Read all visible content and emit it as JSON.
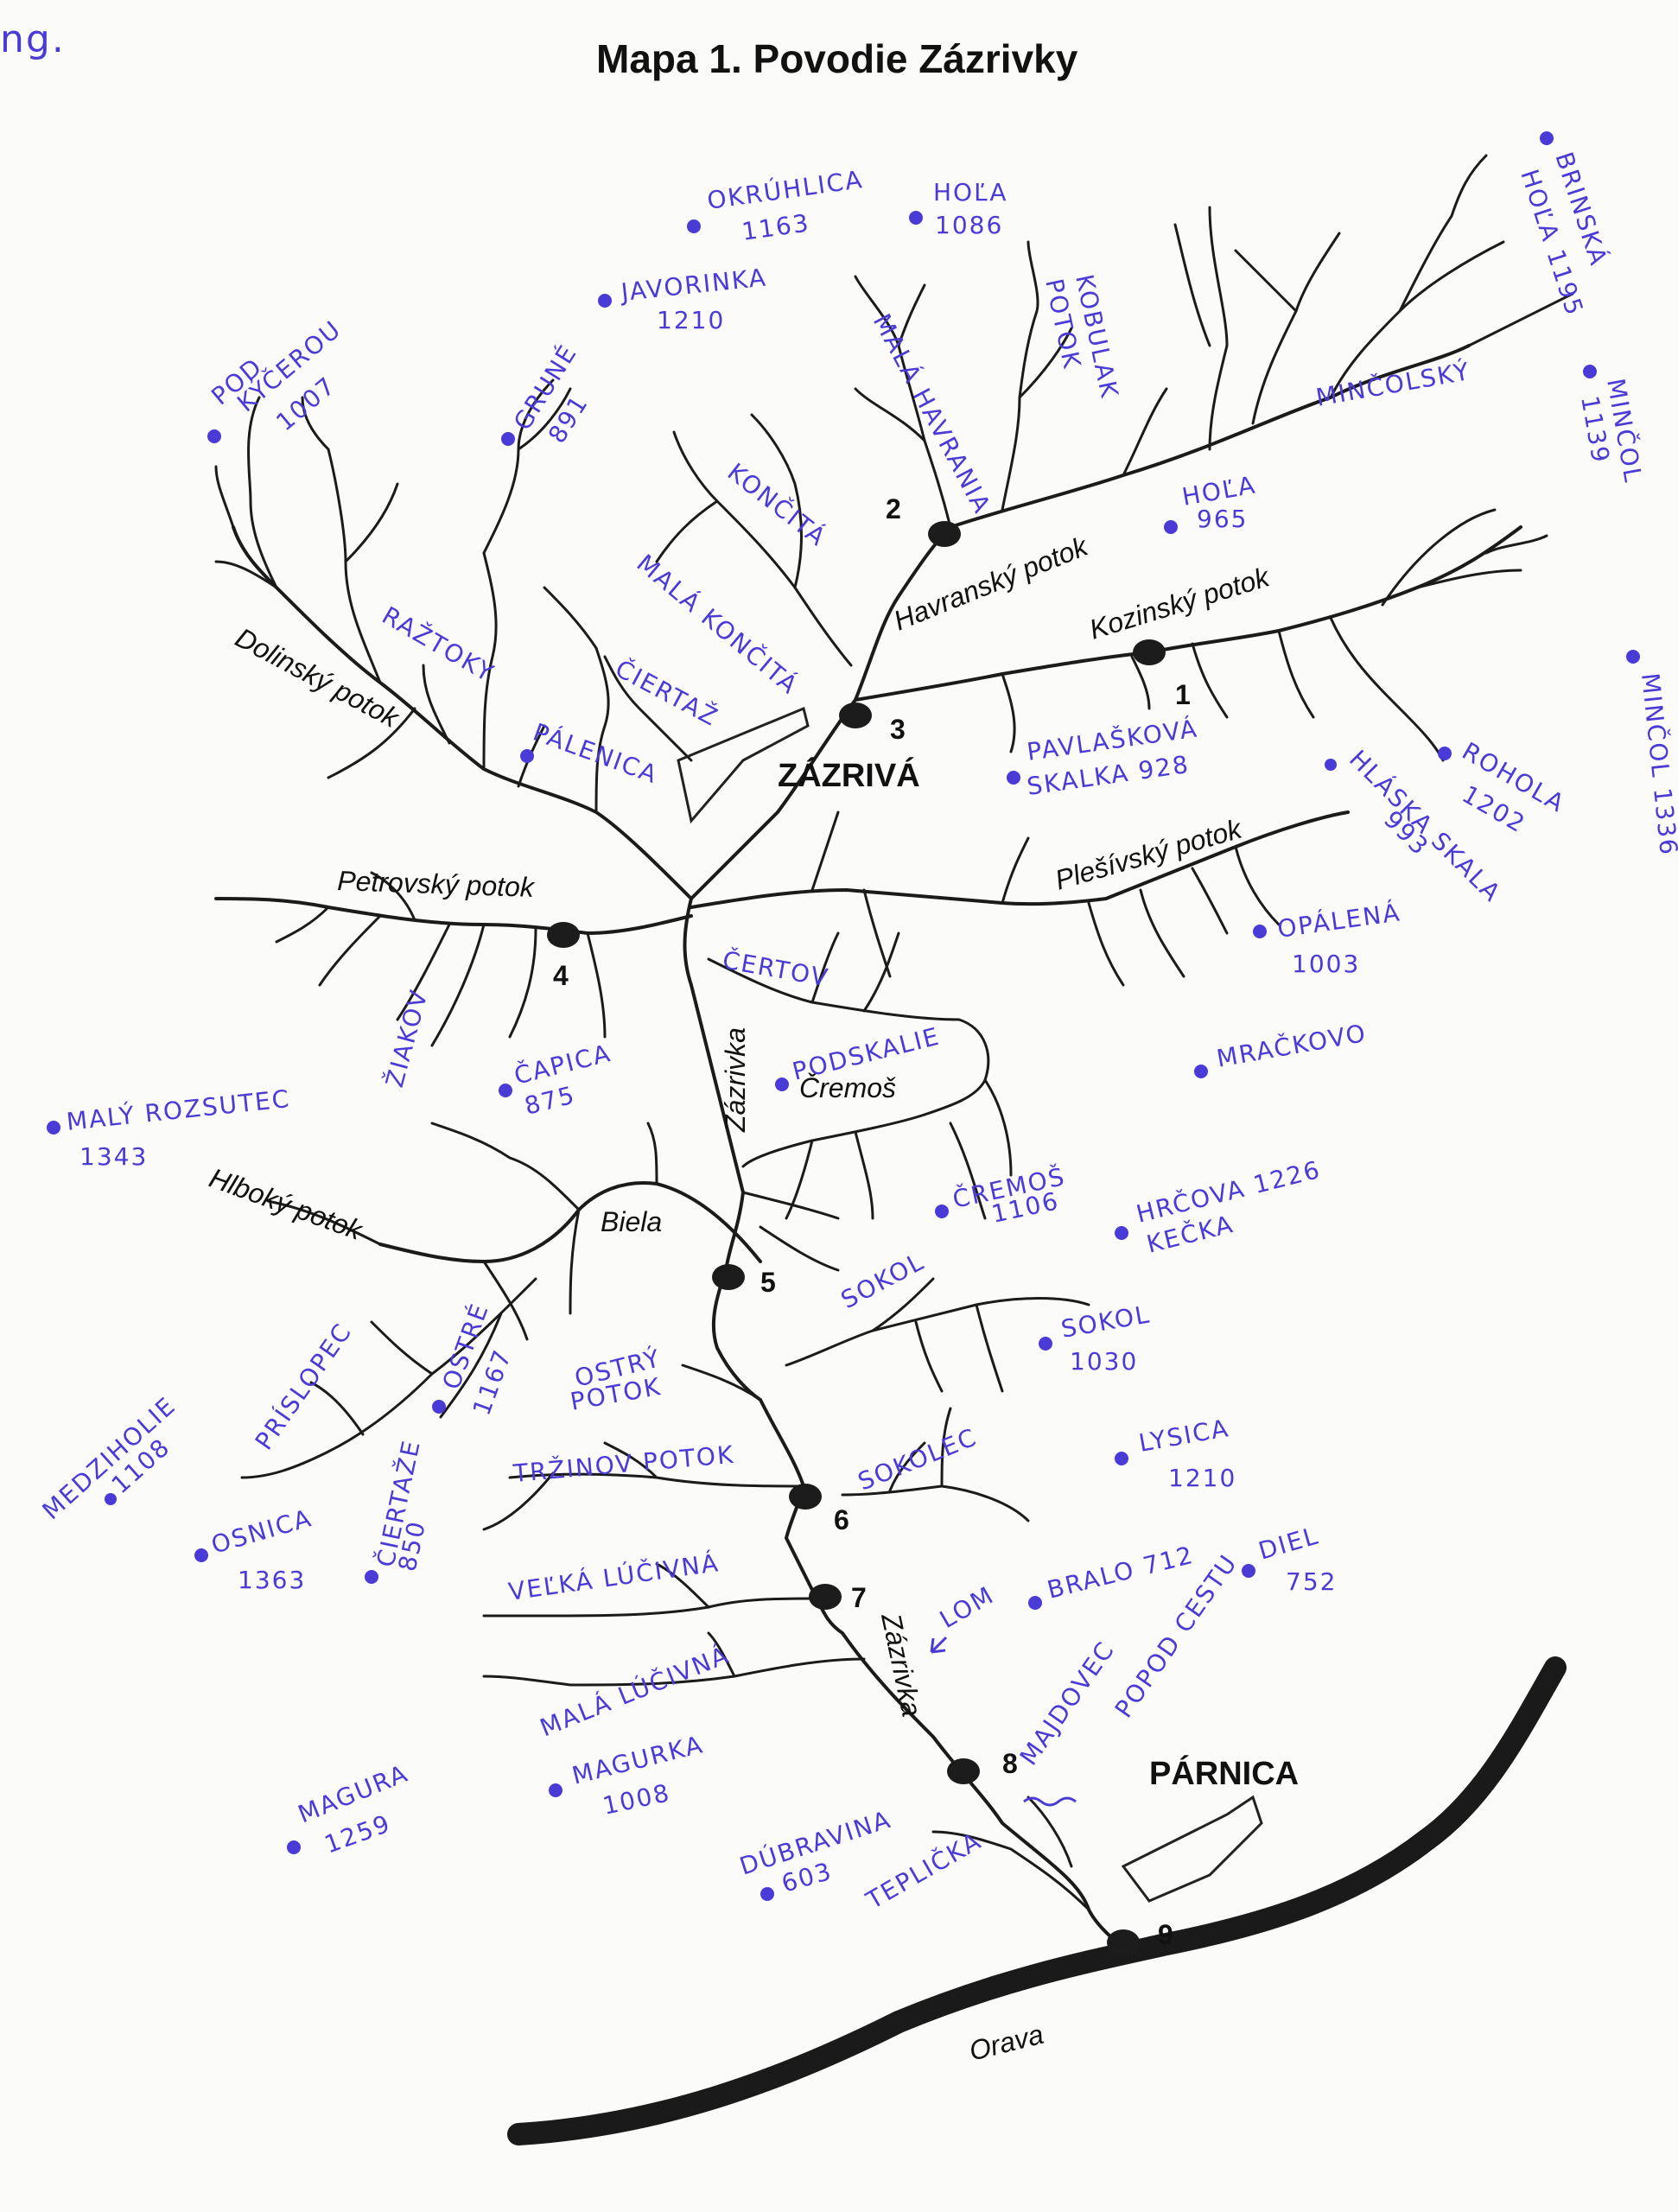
{
  "corner_note": "ng.",
  "title": "Mapa 1.  Povodie Zázrivky",
  "printed_labels": {
    "havransky": "Havranský potok",
    "kozinsky": "Kozinský potok",
    "dolinsky": "Dolinský potok",
    "petrovsky": "Petrovský potok",
    "plesivsky": "Plešívský potok",
    "zazrivka_upper": "Zázrivka",
    "cremos": "Čremoš",
    "biela": "Biela",
    "hlboky": "Hlboký potok",
    "zazrivka_lower": "Zázrivka",
    "orava": "Orava",
    "zazriva": "ZÁZRIVÁ",
    "parnica": "PÁRNICA"
  },
  "stations": [
    {
      "id": "1",
      "label": "1"
    },
    {
      "id": "2",
      "label": "2"
    },
    {
      "id": "3",
      "label": "3"
    },
    {
      "id": "4",
      "label": "4"
    },
    {
      "id": "5",
      "label": "5"
    },
    {
      "id": "6",
      "label": "6"
    },
    {
      "id": "7",
      "label": "7"
    },
    {
      "id": "8",
      "label": "8"
    },
    {
      "id": "9",
      "label": "9"
    }
  ],
  "handwritten": {
    "okruhlica": [
      "OKRÚHLICA",
      "1163"
    ],
    "hola_top": [
      "HOĽA",
      "1086"
    ],
    "javorinka": [
      "JAVORINKA",
      "1210"
    ],
    "brinska": [
      "BRINSKÁ",
      "HOĽA 1195"
    ],
    "pod_kycerou": [
      "POD",
      "KÝČEROU",
      "1007"
    ],
    "grune": [
      "GRUNÉ",
      "891"
    ],
    "mala_havrania": "MALÁ HAVRANIA",
    "kobulak": [
      "KOBULAK",
      "POTOK"
    ],
    "mincolsky": "MINČOLSKÝ",
    "mincol_1139": [
      "MINČOL",
      "1139"
    ],
    "koncita": "KONČITÁ",
    "hola_965": [
      "HOĽA",
      "965"
    ],
    "mala_koncita": "MALÁ KONČITÁ",
    "raztoky": "RAŽTOKY",
    "ciertaz_top": "ČIERTAŽ",
    "palenica": "PÁLENICA",
    "pavlaskova": [
      "PAVLAŠKOVÁ",
      "SKALKA 928"
    ],
    "rohola": [
      "ROHOLA",
      "1202"
    ],
    "mincol_1336": "MINČOL 1336",
    "hlaska_skala": [
      "HLÁSKA SKALA",
      "993"
    ],
    "opalena": [
      "OPÁLENÁ",
      "1003"
    ],
    "certov": "ČERTOV",
    "podskalie": "PODSKALIE",
    "mrackovo": "MRAČKOVO",
    "ziakov": "ŽIAKOV",
    "capica": [
      "ČAPICA",
      "875"
    ],
    "maly_rozsutec": [
      "MALÝ ROZSUTEC",
      "1343"
    ],
    "cremos_hill": [
      "ČREMOŠ",
      "1106"
    ],
    "hrcova_kecka": [
      "HRČOVA 1226",
      "KEČKA"
    ],
    "sokol_stream": "SOKOL",
    "sokol_hill": [
      "SOKOL",
      "1030"
    ],
    "ostry_potok": [
      "OSTRÝ",
      "POTOK"
    ],
    "prislopec": "PRÍSLOPEC",
    "ostre": [
      "OSTRÉ",
      "1167"
    ],
    "medziholie": [
      "MEDZIHOLIE",
      "1108"
    ],
    "lysica": [
      "LYSICA",
      "1210"
    ],
    "trzinov": "TRŽINOV POTOK",
    "sokolec": "SOKOLEC",
    "osnica": [
      "OSNICA",
      "1363"
    ],
    "ciertaz_low": [
      "ČIERTAŽE",
      "850"
    ],
    "velka_lucivna": "VEĽKÁ LÚČIVNÁ",
    "lom": "LOM",
    "bralo": "BRALO 712",
    "diel": [
      "DIEL",
      "752"
    ],
    "mala_lucivna": "MALÁ LÚČIVNÁ",
    "majdovec": [
      "MAJDOVEC",
      "POPOD CESTU"
    ],
    "magurka": [
      "MAGURKA",
      "1008"
    ],
    "magura": [
      "MAGURA",
      "1259"
    ],
    "dubravina": [
      "DÚBRAVINA",
      "603"
    ],
    "teplicka": "TEPLIČKA"
  }
}
